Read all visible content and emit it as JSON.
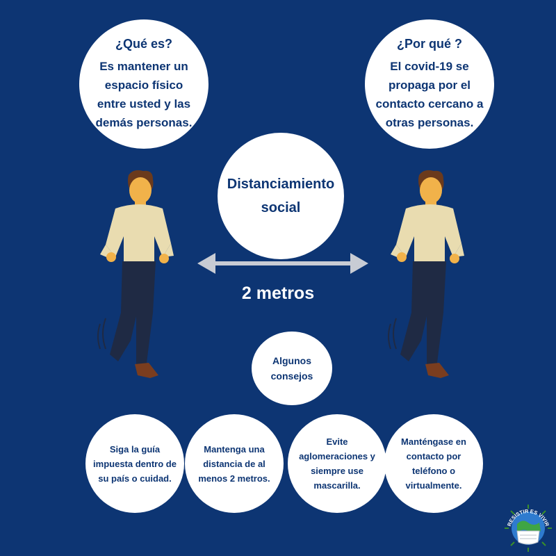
{
  "what": {
    "question": "¿Qué es?",
    "answer": "Es mantener un espacio físico entre usted y las demás personas."
  },
  "why": {
    "question": "¿Por qué ?",
    "answer": "El covid-19 se propaga por el contacto cercano a otras personas."
  },
  "center_title": "Distanciamiento social",
  "distance": "2 metros",
  "tips_title": "Algunos consejos",
  "tips": [
    "Siga la guía impuesta dentro de su país o cuidad.",
    "Mantenga una distancia de al menos 2 metros.",
    "Evite aglomeraciones y siempre use mascarilla.",
    "Manténgase en contacto por teléfono o virtualmente."
  ],
  "logo_text": "RESISTIR ES VIVIR",
  "colors": {
    "background": "#0d3573",
    "circle": "#ffffff",
    "text": "#0d3573",
    "arrow": "#c8ccd4",
    "shirt": "#e9dcb0",
    "pants": "#1f2a44",
    "skin": "#f1b24a",
    "hair": "#6b3a1c",
    "shoes": "#7a3d1f"
  }
}
